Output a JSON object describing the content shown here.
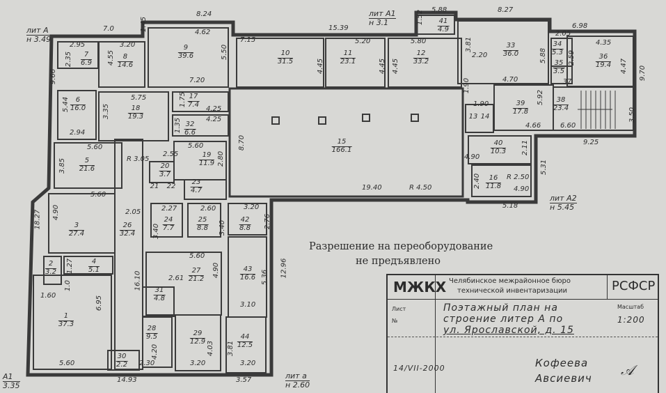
{
  "notice": {
    "line1": "Разрешение на переоборудование",
    "line2": "не предъявлено"
  },
  "stamp": {
    "org_code": "МЖКХ",
    "org_name_1": "Челябинское межрайонное бюро",
    "org_name_2": "технической инвентаризации",
    "republic": "РСФСР",
    "sheet_label": "Лист",
    "number_label": "№",
    "title_1": "Поэтажный план на",
    "title_2": "строение литер А по",
    "title_3": "ул. Ярославской, д. 15",
    "scale_label": "Масштаб",
    "scale": "1:200",
    "date": "14/VII-2000",
    "name_1": "Кофеева",
    "name_2": "Авсиевич"
  },
  "liters": [
    {
      "name": "лит А",
      "height": "н 3.49"
    },
    {
      "name": "лит А1",
      "height": "н 3.1"
    },
    {
      "name": "лит А2",
      "height": "н 5.45"
    },
    {
      "name": "лит а",
      "height": "н 2.60"
    },
    {
      "name": "А1",
      "height": "3.35"
    }
  ],
  "rooms": [
    {
      "num": "1",
      "area": "37.3"
    },
    {
      "num": "2",
      "area": "3.2"
    },
    {
      "num": "3",
      "area": "27.4"
    },
    {
      "num": "4",
      "area": "5.1"
    },
    {
      "num": "5",
      "area": "21.6"
    },
    {
      "num": "6",
      "area": "16.0"
    },
    {
      "num": "7",
      "area": "6.9"
    },
    {
      "num": "8",
      "area": "14.6"
    },
    {
      "num": "9",
      "area": "39.6"
    },
    {
      "num": "10",
      "area": "31.5"
    },
    {
      "num": "11",
      "area": "23.1"
    },
    {
      "num": "12",
      "area": "33.2"
    },
    {
      "num": "13",
      "area": ""
    },
    {
      "num": "14",
      "area": ""
    },
    {
      "num": "15",
      "area": "166.1"
    },
    {
      "num": "16",
      "area": "11.8"
    },
    {
      "num": "17",
      "area": "7.4"
    },
    {
      "num": "18",
      "area": "19.3"
    },
    {
      "num": "19",
      "area": "11.9"
    },
    {
      "num": "20",
      "area": "3.7"
    },
    {
      "num": "21",
      "area": ""
    },
    {
      "num": "22",
      "area": ""
    },
    {
      "num": "23",
      "area": "4.7"
    },
    {
      "num": "24",
      "area": "7.7"
    },
    {
      "num": "25",
      "area": "8.8"
    },
    {
      "num": "26",
      "area": "32.4"
    },
    {
      "num": "27",
      "area": "21.2"
    },
    {
      "num": "28",
      "area": "9.5"
    },
    {
      "num": "29",
      "area": "12.9"
    },
    {
      "num": "30",
      "area": "2.2"
    },
    {
      "num": "31",
      "area": "4.8"
    },
    {
      "num": "32",
      "area": "6.6"
    },
    {
      "num": "33",
      "area": "36.0"
    },
    {
      "num": "34",
      "area": "5.3"
    },
    {
      "num": "35",
      "area": "3.5"
    },
    {
      "num": "36",
      "area": "19.4"
    },
    {
      "num": "37",
      "area": ""
    },
    {
      "num": "38",
      "area": "23.4"
    },
    {
      "num": "39",
      "area": "17.8"
    },
    {
      "num": "40",
      "area": "10.3"
    },
    {
      "num": "41",
      "area": "4.9"
    },
    {
      "num": "42",
      "area": "8.8"
    },
    {
      "num": "43",
      "area": "16.6"
    },
    {
      "num": "44",
      "area": "12.5"
    }
  ],
  "dimensions": [
    "7.0",
    "1.45",
    "8.24",
    "4.62",
    "5.50",
    "7.20",
    "9.66",
    "2.95",
    "3.20",
    "2.35",
    "4.55",
    "5.44",
    "2.94",
    "3.35",
    "5.75",
    "1.75",
    "4.25",
    "4.25",
    "1.35",
    "5.60",
    "3.85",
    "R 3.05",
    "2.55",
    "5.60",
    "2.80",
    "5.60",
    "4.90",
    "18.27",
    "2.05",
    "2.27",
    "2.60",
    "3.40",
    "3.40",
    "3.20",
    "2.76",
    "1.27",
    "5.60",
    "4.90",
    "1.0",
    "1.60",
    "2.61",
    "16.10",
    "6.95",
    "12.96",
    "5.36",
    "3.10",
    "4.03",
    "3.81",
    "4.20",
    "5.60",
    "2.30",
    "3.20",
    "3.20",
    "14.93",
    "3.57",
    "7.15",
    "15.39",
    "5.20",
    "4.45",
    "4.45",
    "4.45",
    "5.80",
    "8.70",
    "19.40",
    "R 4.50",
    "5.88",
    "1.52",
    "8.27",
    "6.98",
    "3.81",
    "2.20",
    "5.88",
    "2.05",
    "2.59",
    "4.35",
    "4.47",
    "9.70",
    "4.70",
    "1.90",
    "1.90",
    "5.92",
    "4.66",
    "6.60",
    "3.50",
    "9.25",
    "4.90",
    "2.11",
    "5.31",
    "2.40",
    "R 2.50",
    "4.90",
    "5.18"
  ]
}
